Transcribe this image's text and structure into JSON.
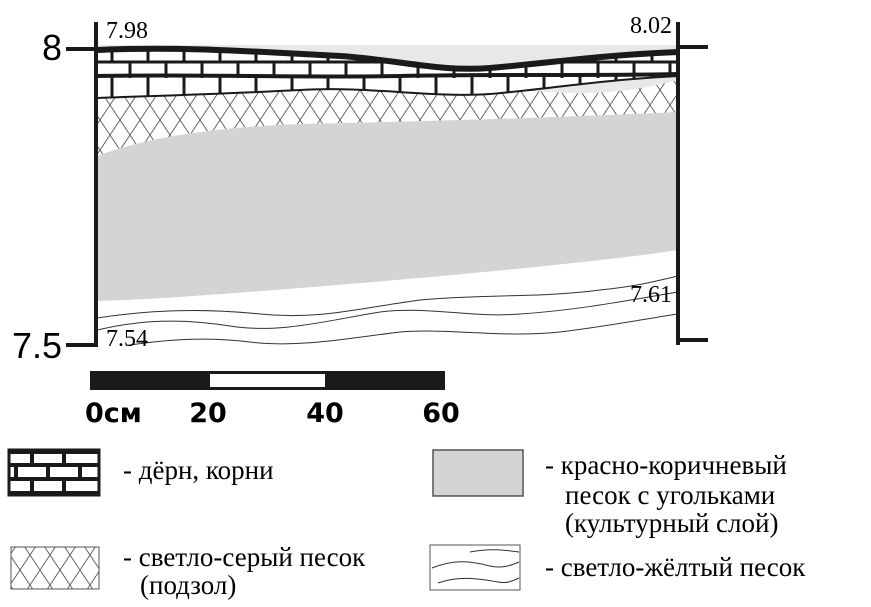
{
  "section": {
    "axis": {
      "top_value": "8",
      "bottom_value": "7.5"
    },
    "elevations": {
      "top_left": "7.98",
      "top_right": "8.02",
      "bottom_left": "7.54",
      "bottom_right": "7.61"
    }
  },
  "scale_bar": {
    "labels": [
      "0см",
      "20",
      "40",
      "60"
    ]
  },
  "legend": {
    "items": [
      {
        "key": "turf",
        "pattern": "brick-icon",
        "label": "- дёрн, корни"
      },
      {
        "key": "culture",
        "pattern": "grey-fill-icon",
        "label_lines": [
          "- красно-коричневый",
          "песок с угольками",
          "(культурный слой)"
        ]
      },
      {
        "key": "podzol",
        "pattern": "hatch-icon",
        "label_lines": [
          "- светло-серый песок",
          "(подзол)"
        ]
      },
      {
        "key": "yellow_sand",
        "pattern": "wave-icon",
        "label": "- светло-жёлтый песок"
      }
    ]
  },
  "colors": {
    "ink": "#1a1a1a",
    "grey_layer": "#d4d4d4",
    "light_fill": "#e8e8e8"
  }
}
